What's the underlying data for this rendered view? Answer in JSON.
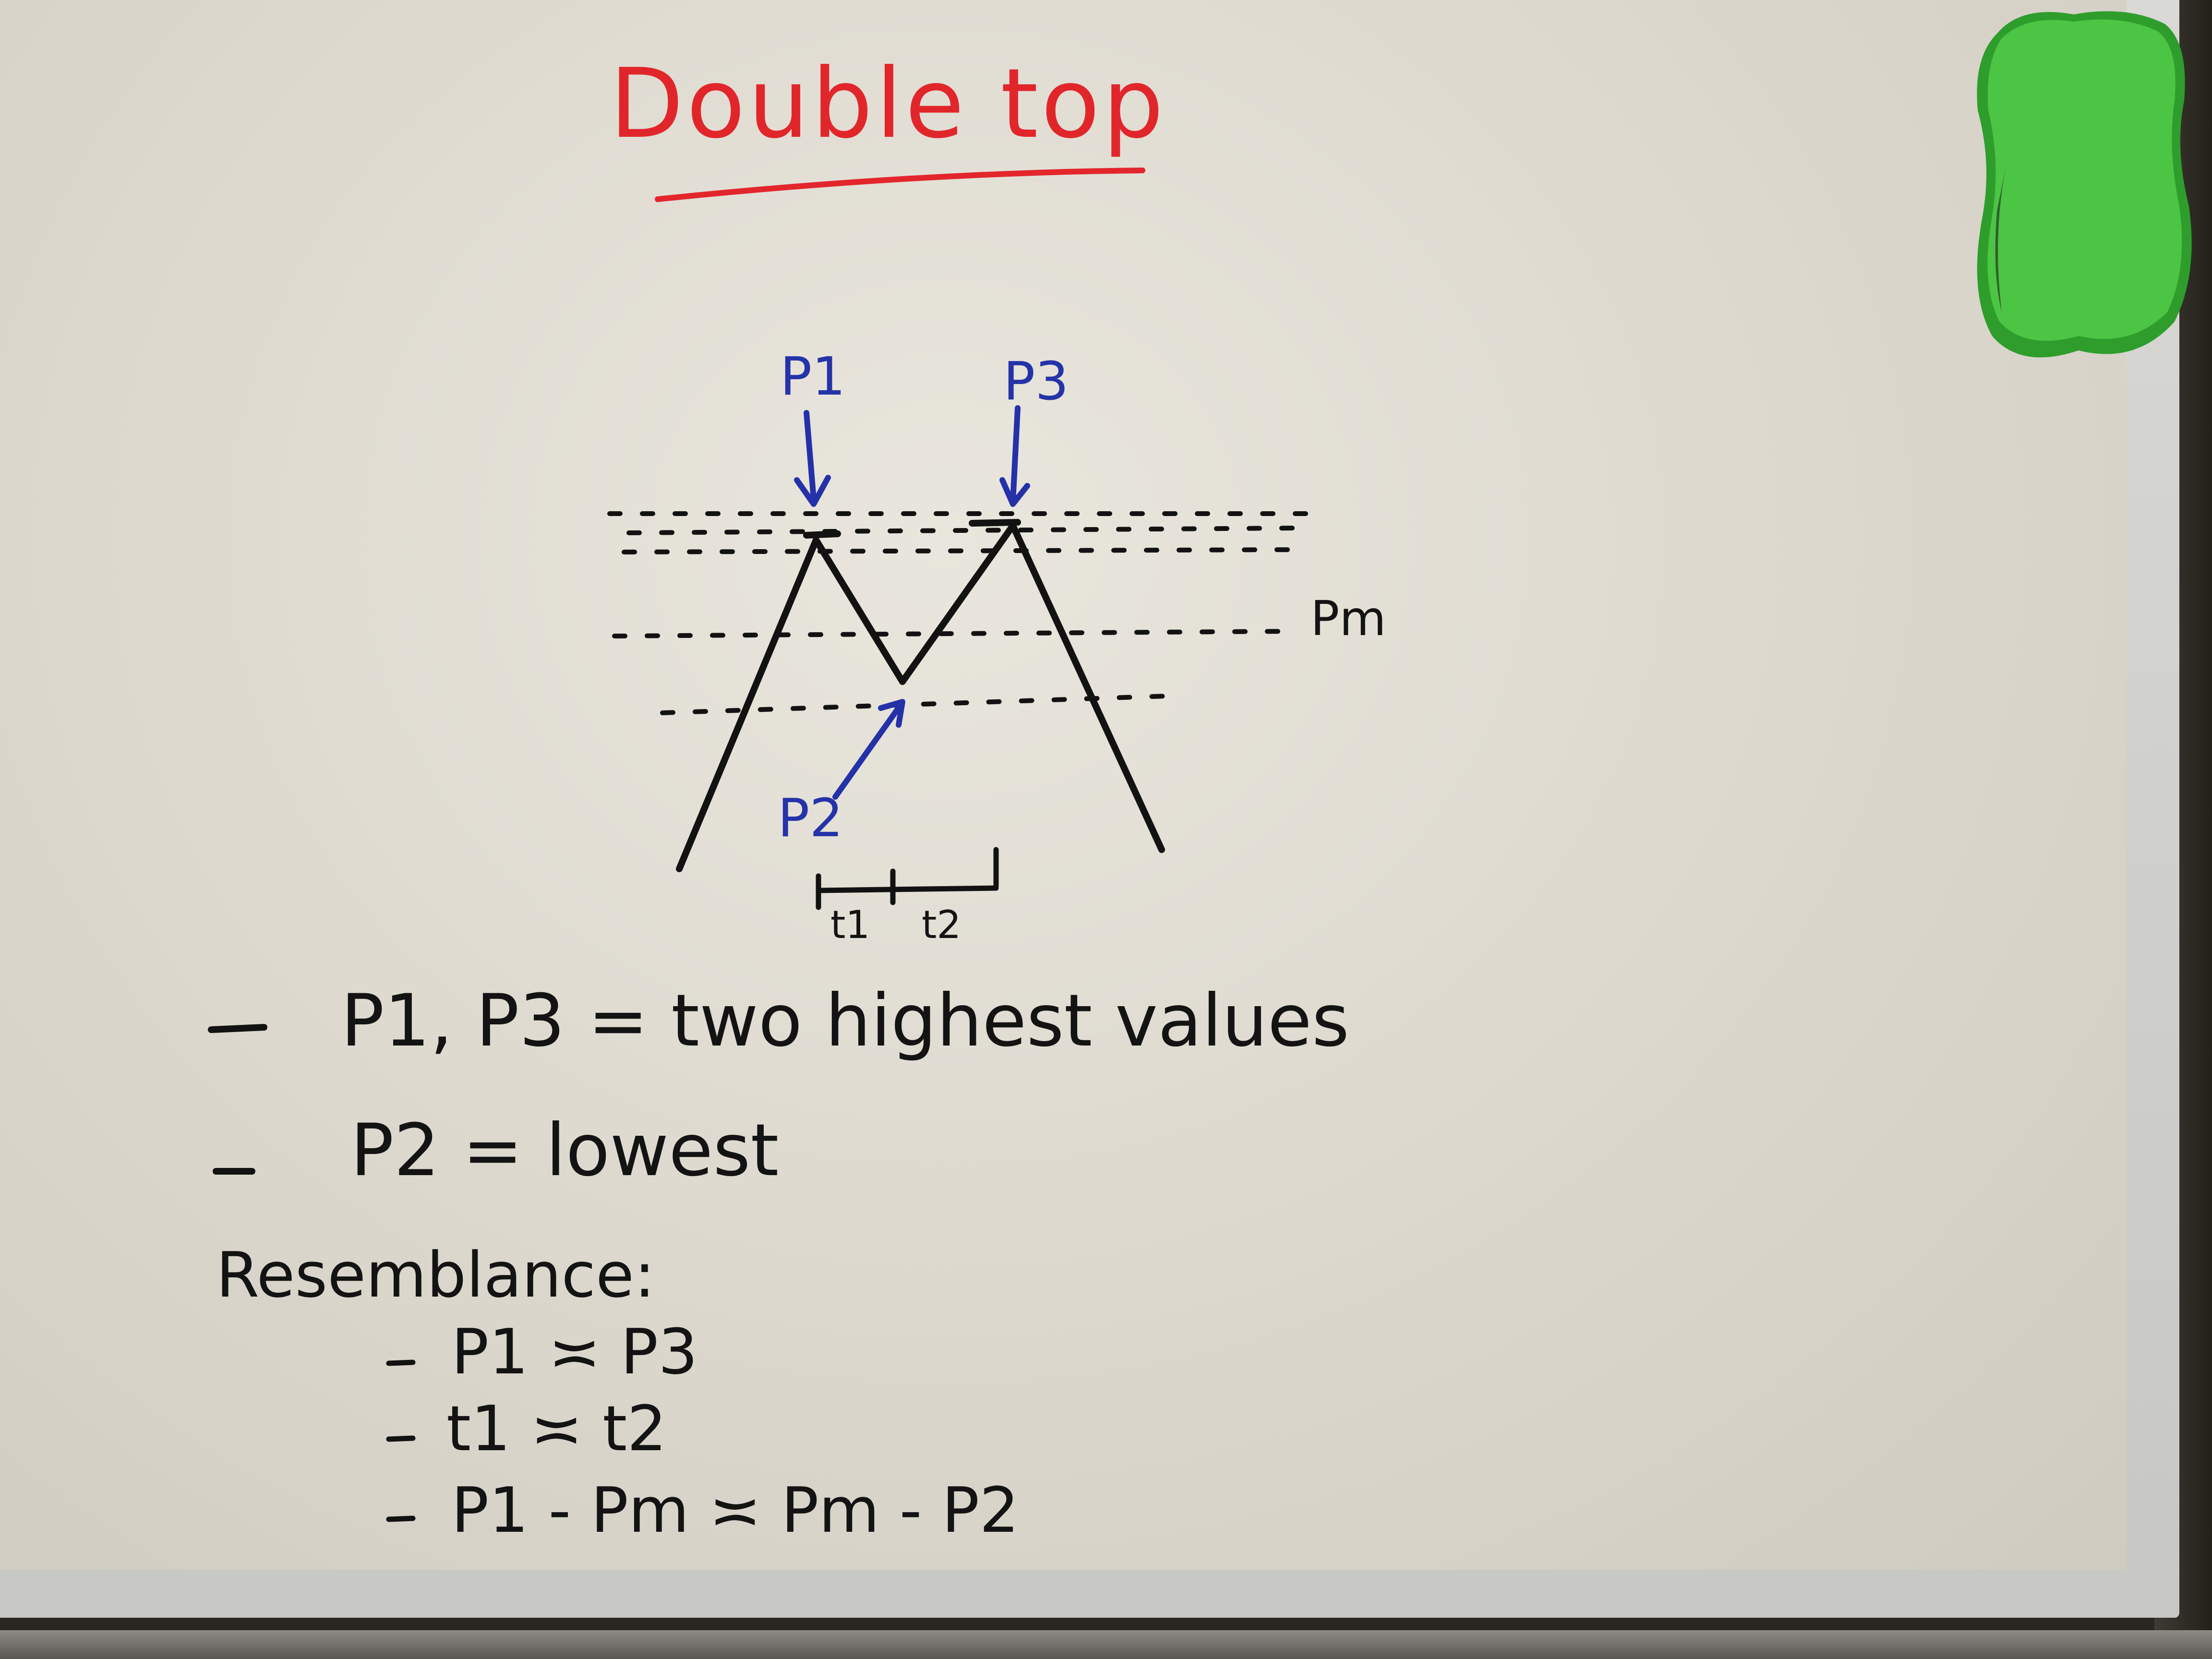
{
  "title": "Double top",
  "labels": {
    "p1": "P1",
    "p3": "P3",
    "p2": "P2",
    "pm": "Pm",
    "t1": "t1",
    "t2": "t2"
  },
  "notes": [
    "P1, P3 = two highest values",
    "P2 = lowest"
  ],
  "resemblance": {
    "heading": "Resemblance:",
    "items": [
      "P1 ≍ P3",
      "t1 ≍ t2",
      "P1 - Pm ≍ Pm - P2"
    ]
  },
  "colors": {
    "title": "#e1262b",
    "blue_marker": "#2533a9",
    "black_marker": "#131313",
    "eraser": "#3fb23a"
  }
}
